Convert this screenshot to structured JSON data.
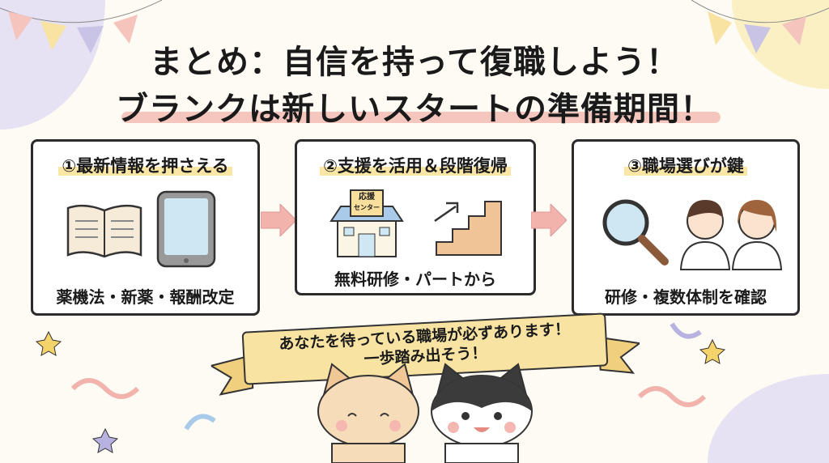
{
  "title": {
    "line1": "まとめ：自信を持って復職しよう！",
    "line2": "ブランクは新しいスタートの準備期間！"
  },
  "steps": [
    {
      "heading": "①最新情報を押さえる",
      "caption": "薬機法・新薬・報酬改定",
      "icons": [
        "book-icon",
        "tablet-icon"
      ]
    },
    {
      "heading": "②支援を活用＆段階復帰",
      "caption": "無料研修・パートから",
      "sign": "応援\nセンター",
      "sign_line1": "応援",
      "sign_line2": "センター",
      "icons": [
        "building-icon",
        "stairs-icon"
      ]
    },
    {
      "heading": "③職場選びが鍵",
      "caption": "研修・複数体制を確認",
      "icons": [
        "magnifier-icon",
        "pharmacist-icon"
      ]
    }
  ],
  "banner": {
    "line1": "あなたを待っている職場が必ずあります！",
    "line2": "一歩踏み出そう！"
  },
  "colors": {
    "background": "#fdfbf4",
    "arrow": "#f2b3ad",
    "banner": "#f8e3a3",
    "highlight": "#fbe6a6"
  }
}
